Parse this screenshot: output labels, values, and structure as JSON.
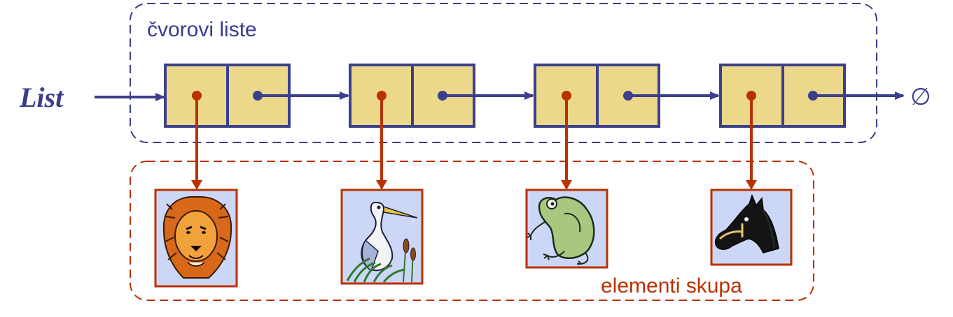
{
  "labels": {
    "nodes_group": "čvorovi liste",
    "elements_group": "elementi skupa",
    "list_pointer": "List",
    "null_symbol": "∅"
  },
  "nodes": [
    {
      "element": "lion",
      "element_icon": "lion-icon"
    },
    {
      "element": "heron",
      "element_icon": "heron-icon"
    },
    {
      "element": "frog",
      "element_icon": "frog-icon"
    },
    {
      "element": "horse",
      "element_icon": "horse-icon"
    }
  ],
  "colors": {
    "node_fill": "#ecd88a",
    "node_border": "#3b3f8c",
    "link": "#3b3f8c",
    "element_arrow": "#b83200",
    "element_box_fill": "#ccd6f6",
    "nodes_group_border": "#3b3f8c",
    "elements_group_border": "#b83200"
  }
}
